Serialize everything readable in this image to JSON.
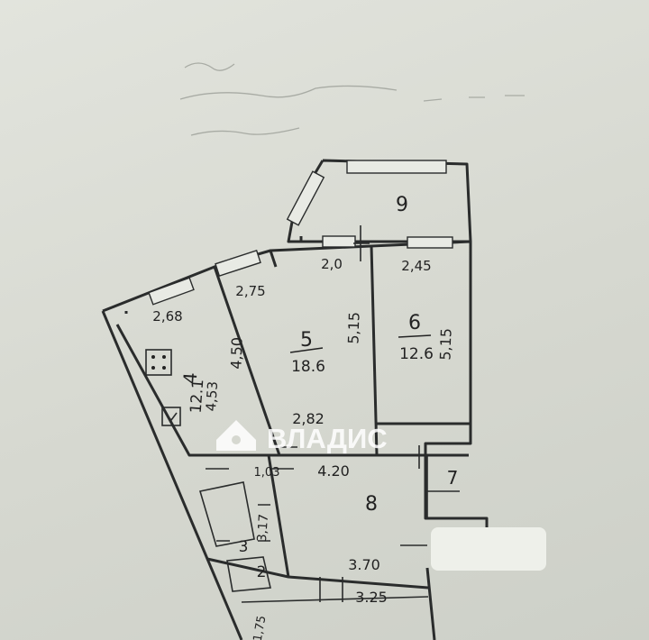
{
  "rooms": {
    "r9": {
      "number": "9"
    },
    "r5": {
      "number": "5",
      "area": "18.6"
    },
    "r6": {
      "number": "6",
      "area": "12.6"
    },
    "r4": {
      "number": "4",
      "area": "12.1"
    },
    "r8": {
      "number": "8"
    },
    "r7": {
      "number": "7"
    },
    "r3": {
      "number": "3"
    },
    "r2": {
      "number": "2"
    }
  },
  "dimensions": {
    "d_275": "2,75",
    "d_20": "2,0",
    "d_245": "2,45",
    "d_268": "2,68",
    "d_450": "4,50",
    "d_515a": "5,15",
    "d_515b": "5,15",
    "d_453": "4,53",
    "d_282": "2,82",
    "d_420": "4.20",
    "d_103": "1,03",
    "d_317": "3,17",
    "d_370": "3.70",
    "d_325": "3.25",
    "d_175": "1,75"
  },
  "watermark": {
    "text": "ВЛАДИС"
  },
  "colors": {
    "paper": "#d9dbd4",
    "ink": "#2a2c2c",
    "watermark": "#ffffff"
  }
}
